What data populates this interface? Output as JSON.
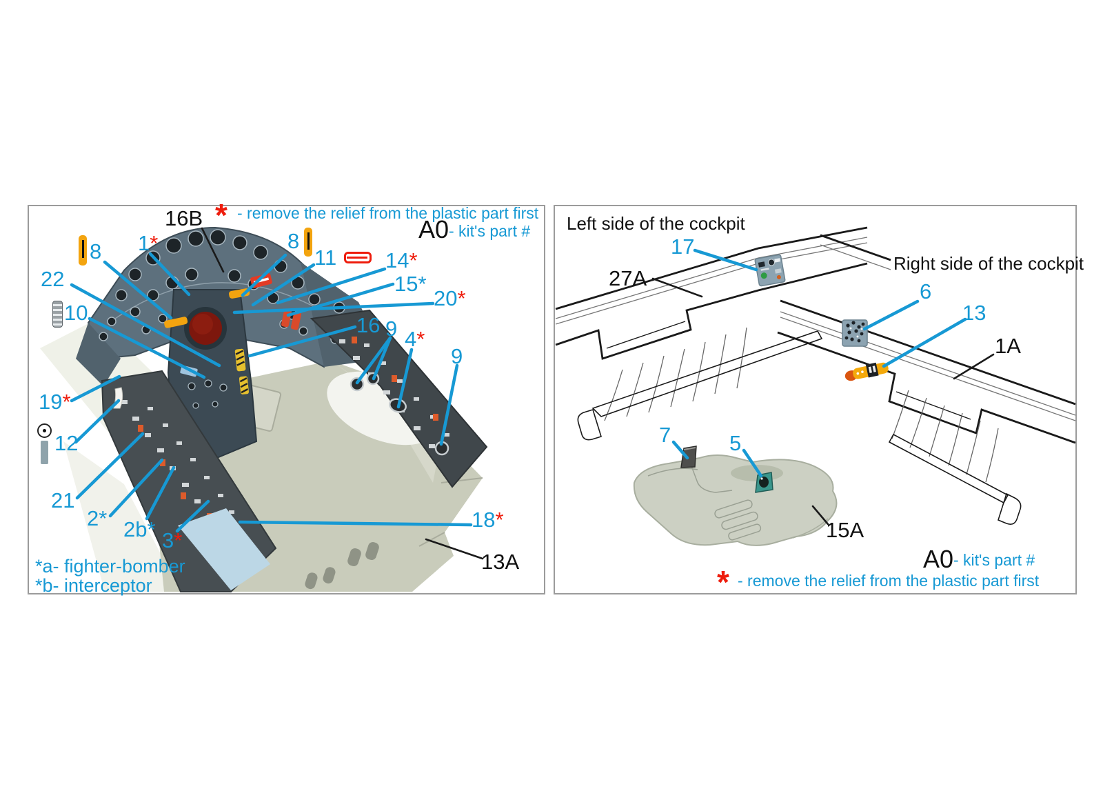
{
  "palette": {
    "accent_blue": "#1799d4",
    "accent_red": "#ee1c0c",
    "text_black": "#111111",
    "marker_orange": "#f3a40f",
    "panel_border": "#9b9b9b"
  },
  "left_panel": {
    "header_note": {
      "star": "*",
      "text": "- remove the relief from the plastic part first"
    },
    "kit_note": {
      "code": "A0",
      "text": "- kit's part #"
    },
    "callouts": [
      {
        "label": "16B",
        "star": "",
        "star_color": "",
        "color": "black"
      },
      {
        "label": "1",
        "star": "*",
        "star_color": "red"
      },
      {
        "label": "8",
        "star": "",
        "star_color": ""
      },
      {
        "label": "8",
        "star": "",
        "star_color": ""
      },
      {
        "label": "11",
        "star": "",
        "star_color": ""
      },
      {
        "label": "14",
        "star": "*",
        "star_color": "red"
      },
      {
        "label": "15",
        "star": "*",
        "star_color": "blue"
      },
      {
        "label": "20",
        "star": "*",
        "star_color": "red"
      },
      {
        "label": "16",
        "star": "",
        "star_color": ""
      },
      {
        "label": "9",
        "star": "",
        "star_color": ""
      },
      {
        "label": "4",
        "star": "*",
        "star_color": "red"
      },
      {
        "label": "9",
        "star": "",
        "star_color": ""
      },
      {
        "label": "22",
        "star": "",
        "star_color": ""
      },
      {
        "label": "10",
        "star": "",
        "star_color": ""
      },
      {
        "label": "19",
        "star": "*",
        "star_color": "red"
      },
      {
        "label": "12",
        "star": "",
        "star_color": ""
      },
      {
        "label": "21",
        "star": "",
        "star_color": ""
      },
      {
        "label": "2",
        "star": "*",
        "star_color": "blue"
      },
      {
        "label": "2b",
        "star": "*",
        "star_color": "blue"
      },
      {
        "label": "3",
        "star": "*",
        "star_color": "red"
      },
      {
        "label": "18",
        "star": "*",
        "star_color": "red"
      },
      {
        "label": "13A",
        "star": "",
        "star_color": "",
        "color": "black"
      }
    ],
    "footnotes": {
      "a": "*a- fighter-bomber",
      "b": "*b- interceptor"
    }
  },
  "right_panel": {
    "title_left": "Left side of the cockpit",
    "title_right": "Right side of the cockpit",
    "callouts": [
      {
        "label": "17",
        "color": "blue"
      },
      {
        "label": "27A",
        "color": "black"
      },
      {
        "label": "6",
        "color": "blue"
      },
      {
        "label": "13",
        "color": "blue"
      },
      {
        "label": "1A",
        "color": "black"
      },
      {
        "label": "7",
        "color": "blue"
      },
      {
        "label": "5",
        "color": "blue"
      },
      {
        "label": "15A",
        "color": "black"
      }
    ],
    "kit_note": {
      "code": "A0",
      "text": "- kit's part #"
    },
    "header_note": {
      "star": "*",
      "text": "- remove the relief from the plastic part first"
    }
  }
}
